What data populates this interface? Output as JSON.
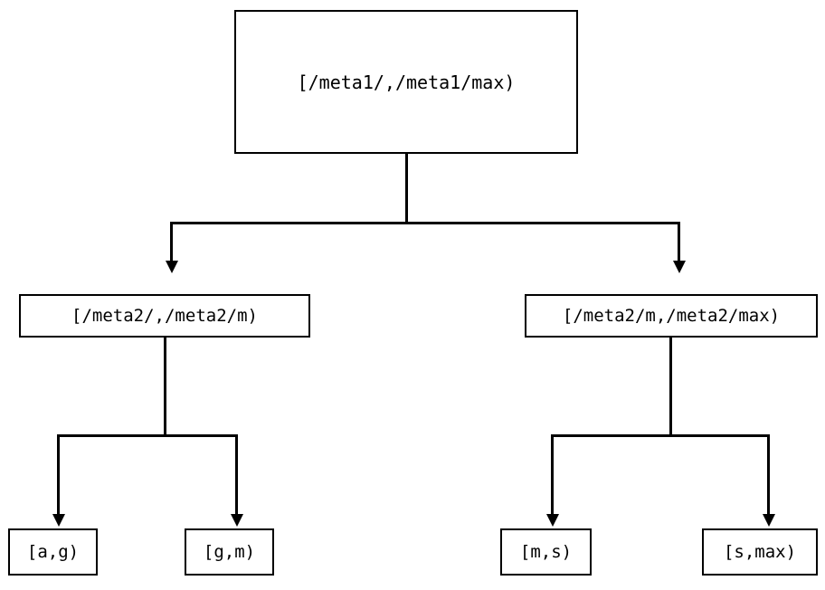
{
  "diagram": {
    "type": "binary-range-tree",
    "orientation": "top-down",
    "background_color": "#ffffff",
    "line_color": "#000000",
    "text_color": "#000000",
    "nodes": {
      "root": {
        "label": "[/meta1/,/meta1/max)",
        "level": 0
      },
      "mid_left": {
        "label": "[/meta2/,/meta2/m)",
        "level": 1
      },
      "mid_right": {
        "label": "[/meta2/m,/meta2/max)",
        "level": 1
      },
      "leaf_ag": {
        "label": "[a,g)",
        "level": 2
      },
      "leaf_gm": {
        "label": "[g,m)",
        "level": 2
      },
      "leaf_ms": {
        "label": "[m,s)",
        "level": 2
      },
      "leaf_smax": {
        "label": "[s,max)",
        "level": 2
      }
    },
    "edges": [
      {
        "from": "root",
        "to": "mid_left",
        "arrow": "down"
      },
      {
        "from": "root",
        "to": "mid_right",
        "arrow": "down"
      },
      {
        "from": "mid_left",
        "to": "leaf_ag",
        "arrow": "down"
      },
      {
        "from": "mid_left",
        "to": "leaf_gm",
        "arrow": "down"
      },
      {
        "from": "mid_right",
        "to": "leaf_ms",
        "arrow": "down"
      },
      {
        "from": "mid_right",
        "to": "leaf_smax",
        "arrow": "down"
      }
    ]
  }
}
